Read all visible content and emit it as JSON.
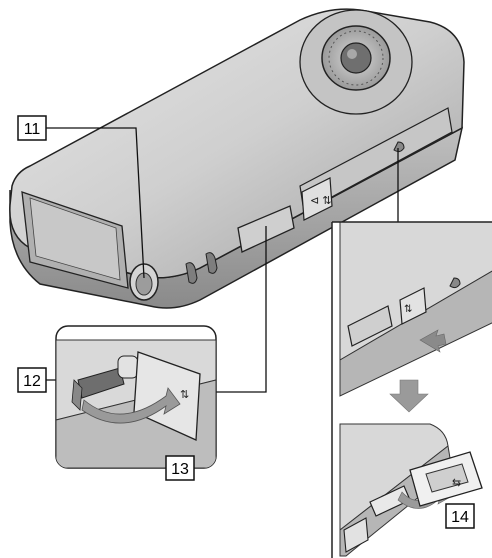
{
  "callouts": [
    {
      "id": "11",
      "label": "11"
    },
    {
      "id": "12",
      "label": "12"
    },
    {
      "id": "13",
      "label": "13"
    },
    {
      "id": "14",
      "label": "14"
    }
  ],
  "colors": {
    "body_light": "#d9d9d9",
    "body_mid": "#bdbdbd",
    "body_dark": "#8c8c8c",
    "outline": "#222222",
    "arrow": "#9a9a9a",
    "background": "#ffffff"
  }
}
